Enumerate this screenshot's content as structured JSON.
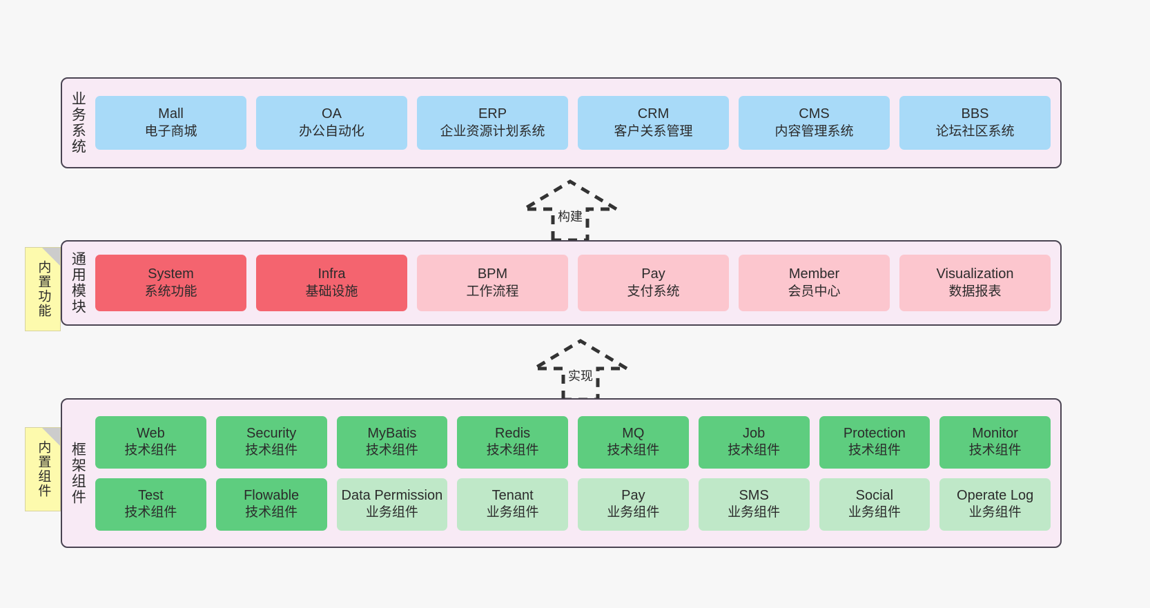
{
  "diagram": {
    "background": "#f7f7f7",
    "colors": {
      "container_bg": "#f8eaf5",
      "container_border": "#4a4452",
      "business_node": "#a8daf8",
      "module_core": "#f4646f",
      "module_plain": "#fcc6ce",
      "tech_component": "#5ecd7f",
      "biz_component": "#bfe8c8",
      "sticky": "#fdfaad",
      "arrow": "#333333"
    }
  },
  "layers": [
    {
      "id": "business",
      "title": "业务系统",
      "nodes": [
        {
          "en": "Mall",
          "cn": "电子商城"
        },
        {
          "en": "OA",
          "cn": "办公自动化"
        },
        {
          "en": "ERP",
          "cn": "企业资源计划系统"
        },
        {
          "en": "CRM",
          "cn": "客户关系管理"
        },
        {
          "en": "CMS",
          "cn": "内容管理系统"
        },
        {
          "en": "BBS",
          "cn": "论坛社区系统"
        }
      ]
    },
    {
      "id": "modules",
      "title": "通用模块",
      "sticky": "内置功能",
      "nodes": [
        {
          "en": "System",
          "cn": "系统功能",
          "style": "red"
        },
        {
          "en": "Infra",
          "cn": "基础设施",
          "style": "red"
        },
        {
          "en": "BPM",
          "cn": "工作流程",
          "style": "pink"
        },
        {
          "en": "Pay",
          "cn": "支付系统",
          "style": "pink"
        },
        {
          "en": "Member",
          "cn": "会员中心",
          "style": "pink"
        },
        {
          "en": "Visualization",
          "cn": "数据报表",
          "style": "pink"
        }
      ]
    },
    {
      "id": "framework",
      "title": "框架组件",
      "sticky": "内置组件",
      "row1": [
        {
          "en": "Web",
          "cn": "技术组件"
        },
        {
          "en": "Security",
          "cn": "技术组件"
        },
        {
          "en": "MyBatis",
          "cn": "技术组件"
        },
        {
          "en": "Redis",
          "cn": "技术组件"
        },
        {
          "en": "MQ",
          "cn": "技术组件"
        },
        {
          "en": "Job",
          "cn": "技术组件"
        },
        {
          "en": "Protection",
          "cn": "技术组件"
        },
        {
          "en": "Monitor",
          "cn": "技术组件"
        }
      ],
      "row2": [
        {
          "en": "Test",
          "cn": "技术组件",
          "style": "green"
        },
        {
          "en": "Flowable",
          "cn": "技术组件",
          "style": "green"
        },
        {
          "en": "Data Permission",
          "cn": "业务组件",
          "style": "lightgreen"
        },
        {
          "en": "Tenant",
          "cn": "业务组件",
          "style": "lightgreen"
        },
        {
          "en": "Pay",
          "cn": "业务组件",
          "style": "lightgreen"
        },
        {
          "en": "SMS",
          "cn": "业务组件",
          "style": "lightgreen"
        },
        {
          "en": "Social",
          "cn": "业务组件",
          "style": "lightgreen"
        },
        {
          "en": "Operate Log",
          "cn": "业务组件",
          "style": "lightgreen"
        }
      ]
    }
  ],
  "arrows": [
    {
      "id": "build",
      "label": "构建"
    },
    {
      "id": "implement",
      "label": "实现"
    }
  ]
}
